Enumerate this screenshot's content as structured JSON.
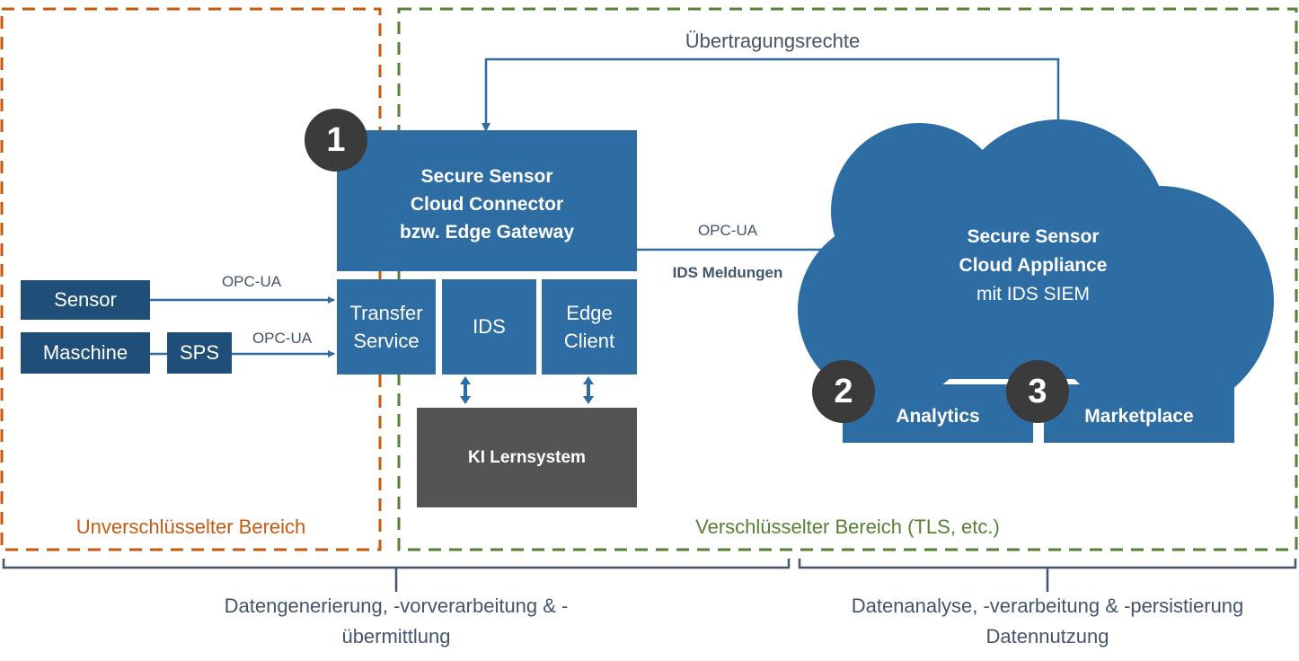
{
  "zones": {
    "unencrypted": {
      "label": "Unverschlüsselter Bereich",
      "color": "#c55a11"
    },
    "encrypted": {
      "label": "Verschlüsselter Bereich (TLS, etc.)",
      "color": "#548235"
    }
  },
  "feedback": {
    "label": "Übertragungsrechte"
  },
  "devices": {
    "sensor": "Sensor",
    "machine": "Maschine",
    "sps": "SPS"
  },
  "links": {
    "sensor_protocol": "OPC-UA",
    "sps_protocol": "OPC-UA",
    "gateway_protocol": "OPC-UA",
    "gateway_messages": "IDS Meldungen"
  },
  "gateway": {
    "badge": "1",
    "title_lines": [
      "Secure Sensor",
      "Cloud Connector",
      "bzw. Edge Gateway"
    ],
    "modules": [
      {
        "lines": [
          "Transfer",
          "Service"
        ]
      },
      {
        "lines": [
          "IDS"
        ]
      },
      {
        "lines": [
          "Edge",
          "Client"
        ]
      }
    ]
  },
  "ki": {
    "label": "KI Lernsystem"
  },
  "cloud": {
    "title_lines": [
      "Secure Sensor",
      "Cloud Appliance"
    ],
    "subtitle": "mit IDS SIEM"
  },
  "services": [
    {
      "badge": "2",
      "label": "Analytics"
    },
    {
      "badge": "3",
      "label": "Marketplace"
    }
  ],
  "braces": {
    "left": {
      "lines": [
        "Datengenerierung, -vorverarbeitung & -",
        "übermittlung"
      ]
    },
    "right": {
      "lines": [
        "Datenanalyse, -verarbeitung & -persistierung",
        "Datennutzung"
      ]
    }
  },
  "colors": {
    "dark_blue": "#1f4e79",
    "mid_blue": "#2e6ca4",
    "badge": "#3b3b3b",
    "ki_gray": "#545454",
    "text_gray": "#44546a"
  }
}
